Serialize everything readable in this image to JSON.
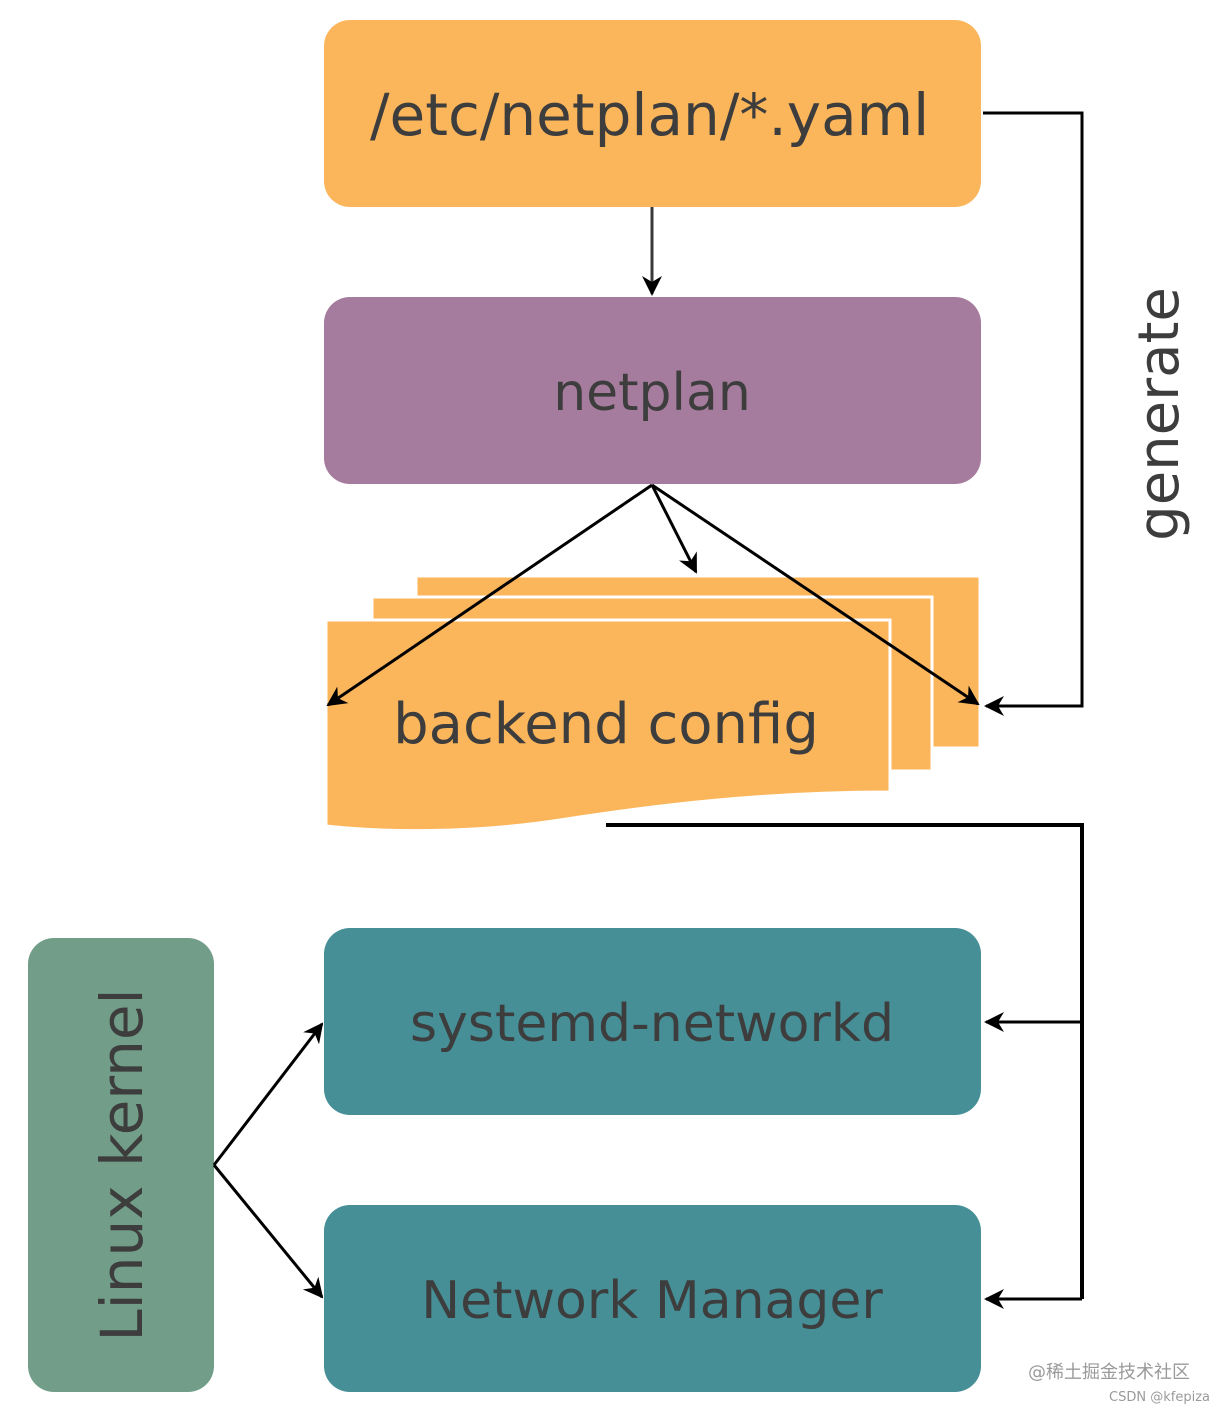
{
  "nodes": {
    "yaml": "/etc/netplan/*.yaml",
    "netplan": "netplan",
    "backend": "backend config",
    "networkd": "systemd-networkd",
    "network_manager": "Network Manager",
    "kernel": "Linux kernel"
  },
  "edge_labels": {
    "generate": "generate"
  },
  "watermarks": {
    "juejin": "@稀土掘金技术社区",
    "csdn": "CSDN @kfepiza"
  },
  "colors": {
    "config_orange": "#fbb65b",
    "netplan_purple": "#a57c9d",
    "service_teal": "#468f97",
    "kernel_green": "#729e89",
    "line": "#000000",
    "text": "#3d3d3d"
  }
}
